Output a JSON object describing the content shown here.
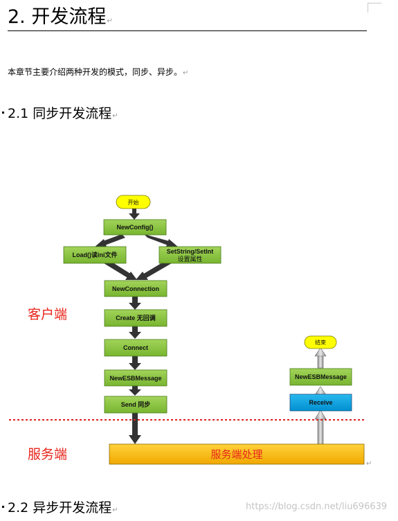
{
  "heading": {
    "title": "2. 开发流程",
    "intro": "本章节主要介绍两种开发的模式，同步、异步。"
  },
  "sections": [
    {
      "title": "2.1 同步开发流程"
    },
    {
      "title": "2.2 异步开发流程"
    }
  ],
  "paragraph_mark": "↵",
  "flowchart": {
    "client_label": "客户端",
    "server_label": "服务端",
    "server_process": "服务端处理",
    "nodes": {
      "start": "开始",
      "newconfig": "NewConfig()",
      "load": "Load()读ini文件",
      "setstring_line1": "SetString/SetInt",
      "setstring_line2": "设置属性",
      "newconnection": "NewConnection",
      "create": "Create 无回调",
      "connect": "Connect",
      "newesbmessage_left": "NewESBMessage",
      "send": "Send 同步",
      "end": "结束",
      "newesbmessage_right": "NewESBMessage",
      "receive": "Receive"
    },
    "colors": {
      "process_green": "#8cc63f",
      "start_yellow": "#ffff00",
      "receive_blue": "#00a0e0",
      "server_orange": "#f5b800",
      "divider_red": "#e02020",
      "label_red": "#e8261c"
    }
  },
  "watermark": "https://blog.csdn.net/liu696639"
}
